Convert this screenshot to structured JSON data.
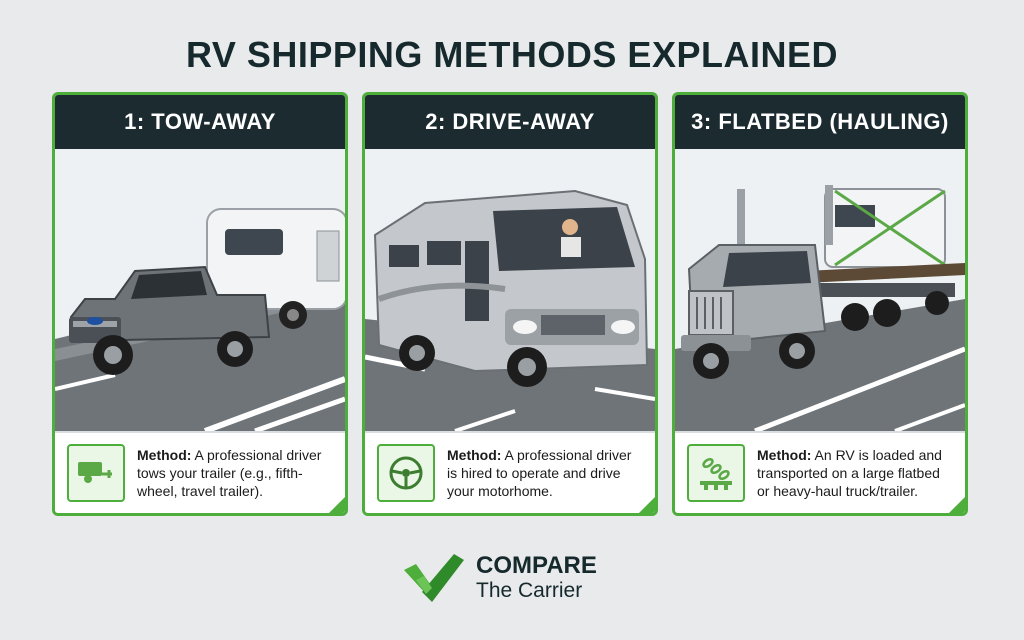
{
  "page": {
    "title": "RV SHIPPING METHODS EXPLAINED"
  },
  "cards": [
    {
      "heading": "1: TOW-AWAY",
      "method_label": "Method:",
      "method_text": " A professional driver tows your trailer (e.g., fifth-wheel, travel trailer).",
      "icon": "trailer-icon",
      "illustration": "pickup-truck-towing-trailer"
    },
    {
      "heading": "2: DRIVE-AWAY",
      "method_label": "Method:",
      "method_text": " A professional driver is hired to operate and drive your motorhome.",
      "icon": "steering-wheel-icon",
      "illustration": "motorhome-with-driver"
    },
    {
      "heading": "3: FLATBED (HAULING)",
      "method_label": "Method:",
      "method_text": " An RV is loaded and transported on a large flatbed or heavy-haul truck/trailer.",
      "icon": "chain-flatbed-icon",
      "illustration": "semi-truck-hauling-rv-on-flatbed"
    }
  ],
  "logo": {
    "line1": "COMPARE",
    "line2": "The Carrier",
    "icon": "check-logo-icon"
  },
  "colors": {
    "accent": "#4eae3c",
    "header_bg": "#1c2b30",
    "title": "#16292d",
    "page_bg": "#e9eaec"
  }
}
